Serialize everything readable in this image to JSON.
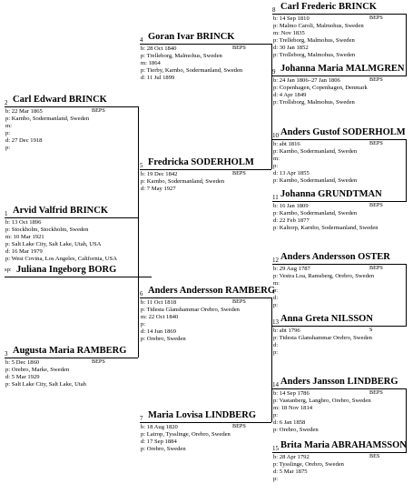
{
  "people": [
    {
      "num": "1",
      "name": "Arvid Valfrid BRINCK",
      "beps": "",
      "lines": [
        "b: 13 Oct 1896",
        "p: Stockholm, Stockholm, Sweden",
        "m: 10 Mar 1921",
        "p: Salt Lake City, Salt Lake, Utah, USA",
        "d: 16 Mar 1979",
        "p: West Covina, Los Angeles, California, USA"
      ]
    },
    {
      "num": "2",
      "name": "Carl Edward BRINCK",
      "beps": "BEPS",
      "lines": [
        "b: 22 Mar 1865",
        "p: Karnbo, Sodermanland, Sweden",
        "m:",
        "p:",
        "d: 27 Dec 1918",
        "p:"
      ]
    },
    {
      "num": "3",
      "name": "Augusta Maria RAMBERG",
      "beps": "BEPS",
      "lines": [
        "b: 5 Dec 1860",
        "p: Orebro, Marke, Sweden",
        "d: 5 Mar 1929",
        "p: Salt Lake City, Salt Lake, Utah"
      ]
    },
    {
      "num": "4",
      "name": "Goran Ivar BRINCK",
      "beps": "BEPS",
      "lines": [
        "b: 28 Oct 1840",
        "p: Trelleborg, Malmohus, Sweden",
        "m: 1864",
        "p: Tierby, Karnbo, Sodermanland, Sweden",
        "d: 11 Jul 1899"
      ]
    },
    {
      "num": "5",
      "name": "Fredricka SODERHOLM",
      "beps": "BEPS",
      "lines": [
        "b: 19 Dec 1842",
        "p: Karnbo, Sodermanland, Sweden",
        "d: 7 May 1927"
      ]
    },
    {
      "num": "6",
      "name": "Anders Andersson RAMBERG",
      "beps": "BEPS",
      "lines": [
        "b: 11 Oct 1818",
        "p: Tidesta Glanshammar Orebro, Sweden",
        "m: 22 Oct 1840",
        "p:",
        "d: 14 Jun 1869",
        "p: Orebro, Sweden"
      ]
    },
    {
      "num": "7",
      "name": "Maria Lovisa LINDBERG",
      "beps": "BEPS",
      "lines": [
        "b: 18 Aug 1820",
        "p: Latrop, Tysslinge, Orebro, Sweden",
        "d: 17 Sep 1884",
        "p: Orebro, Sweden"
      ]
    },
    {
      "num": "8",
      "name": "Carl Frederic BRINCK",
      "beps": "BEPS",
      "lines": [
        "b: 14 Sep 1810",
        "p: Malmo Caroli, Malmohus, Sweden",
        "m: Nov 1835",
        "p: Trelleborg, Malmohus, Sweden",
        "d: 30 Jan 1852",
        "p: Trolleborg, Malmohus, Sweden"
      ]
    },
    {
      "num": "9",
      "name": "Johanna Maria MALMGREN",
      "beps": "BEPS",
      "lines": [
        "b: 24 Jan 1806–27 Jan 1806",
        "p: Copenhagen, Copenhagen, Denmark",
        "d: 4 Apr 1849",
        "p: Trollsborg, Malmohus, Sweden"
      ]
    },
    {
      "num": "10",
      "name": "Anders Gustof SODERHOLM",
      "beps": "BEPS",
      "lines": [
        "b: abt 1816",
        "p: Karnbo, Sodermanland, Sweden",
        "m:",
        "p:",
        "d: 13 Apr 1855",
        "p: Karnbo, Sodermanland, Sweden"
      ]
    },
    {
      "num": "11",
      "name": "Johanna GRUNDTMAN",
      "beps": "BEPS",
      "lines": [
        "b: 16 Jan 1809",
        "p: Karnbo, Sodermanland, Sweden",
        "d: 22 Feb 1877",
        "p: Kaltorp, Karnbo, Sodermanland, Sweden"
      ]
    },
    {
      "num": "12",
      "name": "Anders Andersson OSTER",
      "beps": "BEPS",
      "lines": [
        "b: 29 Aug 1787",
        "p: Vestra Loa, Ramsberg, Orebro, Sweden",
        "m:",
        "p:",
        "d:",
        "p:"
      ]
    },
    {
      "num": "13",
      "name": "Anna Greta NILSSON",
      "beps": "S",
      "lines": [
        "b: abt 1796",
        "p: Tidesta Glanshammar Orebro, Sweden",
        "d:",
        "p:"
      ]
    },
    {
      "num": "14",
      "name": "Anders Jansson LINDBERG",
      "beps": "BEPS",
      "lines": [
        "b: 14 Sep 1786",
        "p: Vastanberg, Langbro, Orebro, Sweden",
        "m: 18 Nov 1814",
        "p:",
        "d: 6 Jan 1858",
        "p: Orebro, Sweden"
      ]
    },
    {
      "num": "15",
      "name": "Brita Maria ABRAHAMSSON",
      "beps": "BES",
      "lines": [
        "b: 28 Apr 1792",
        "p: Tysslinge, Orebro, Sweden",
        "d: 5 Mar 1875",
        "p:"
      ]
    }
  ],
  "spouse": {
    "prefix": "sp:",
    "name": "Juliana Ingeborg BORG"
  }
}
